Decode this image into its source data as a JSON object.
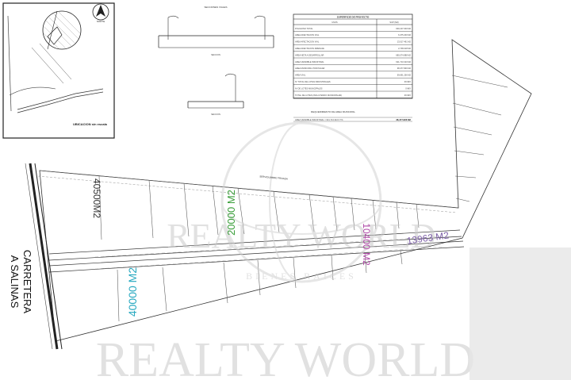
{
  "location_inset": {
    "caption": "UBICACION sin escala",
    "north_label": "NORTE"
  },
  "road_sections": {
    "title": "SECCIONES VIALES",
    "section_a_label": "SECCION",
    "section_b_label": "SECCION"
  },
  "summary_table": {
    "title": "SUPERFICIE DE PROYECTO",
    "col_use": "USOS",
    "col_area": "SUP (M2)",
    "rows": [
      {
        "label": "POLIGONO TOTAL",
        "value": "000,107.000 M2"
      },
      {
        "label": "AREA AFECTACION VIAL",
        "value": "6,475.200 M2"
      },
      {
        "label": "AREA AFECTACION VIAL",
        "value": "13,017.461 M2"
      },
      {
        "label": "AREA AFECTACION DRENAJE",
        "value": "2,748.018 M2"
      },
      {
        "label": "AREA NETA A DESARROLLAR",
        "value": "680,074.888 M2"
      },
      {
        "label": "AREA VENDIBLE INDUSTRIAL",
        "value": "621,713.310 M2"
      },
      {
        "label": "AREA MUNICIPAL POR PAGAR",
        "value": "38,477.826 M2"
      },
      {
        "label": "AREA VIAL",
        "value": "59,691.256 M2"
      },
      {
        "label": "Nº TOTAL DE LOTES INDUSTRIALES",
        "value": "36 MIX"
      },
      {
        "label": "Nº DE LOTES MUNICIPALES",
        "value": "0 MIX"
      },
      {
        "label": "TOTAL DE LOTES (INCLUYENDO MUNICIPALES)",
        "value": "36 MIX"
      }
    ],
    "municipal_heading": "REQUERIMIENTO DE AREA MUNICIPAL",
    "municipal_row": "AREA VENDIBLE INDUSTRIAL = 621,713.310   6   7%",
    "municipal_value": "38,477.826 M2"
  },
  "plan": {
    "private_road_label": "SERVIDUMBRE PRIVADA",
    "lot_area_labels": [
      "40500M2",
      "20000 M2",
      "40000 M2",
      "10400 M2",
      "13963 M2"
    ],
    "highway_label": [
      "CARRETERA",
      "A SALINAS"
    ],
    "label_colors": {
      "lot_a": "#333333",
      "lot_b": "#3a9e3a",
      "lot_c": "#23a7bf",
      "lot_d": "#b04aa8",
      "lot_e": "#7d5fa8"
    }
  },
  "watermark": {
    "brand": "REALTY WORLD",
    "sub": "BIENES RAICES"
  }
}
